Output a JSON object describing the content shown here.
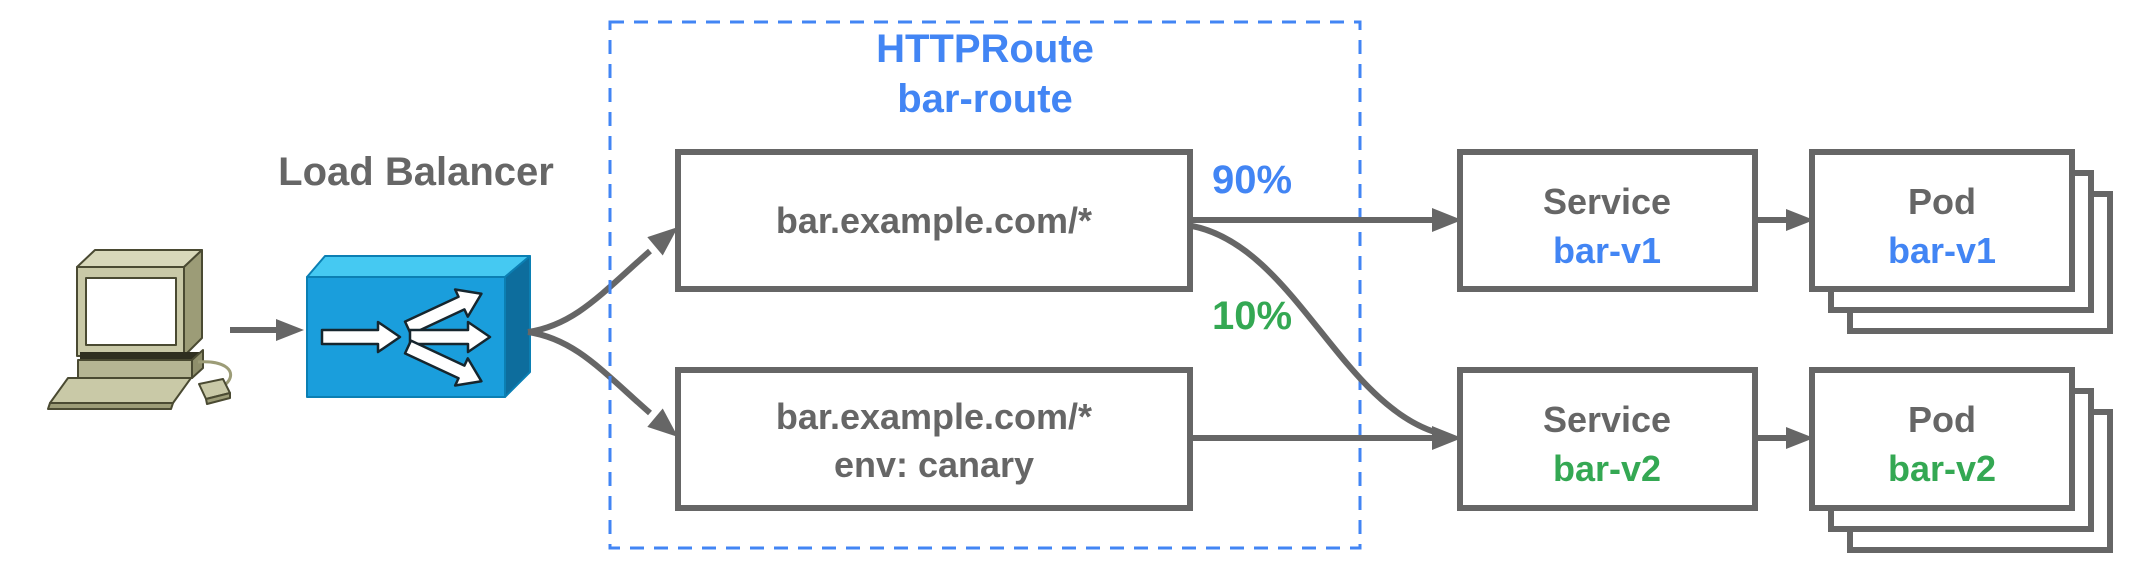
{
  "labels": {
    "load_balancer": "Load Balancer"
  },
  "httproute": {
    "title": "HTTPRoute",
    "name": "bar-route",
    "rules": [
      {
        "line1": "bar.example.com/*"
      },
      {
        "line1": "bar.example.com/*",
        "line2": "env: canary"
      }
    ],
    "weights": [
      {
        "value": "90%"
      },
      {
        "value": "10%"
      }
    ]
  },
  "services": [
    {
      "kind": "Service",
      "name": "bar-v1"
    },
    {
      "kind": "Service",
      "name": "bar-v2"
    }
  ],
  "pods": [
    {
      "kind": "Pod",
      "name": "bar-v1"
    },
    {
      "kind": "Pod",
      "name": "bar-v2"
    }
  ],
  "icons": {
    "client": "desktop-computer-icon",
    "load_balancer": "load-balancer-3d-arrows-icon"
  },
  "colors": {
    "accent_blue": "#4285f4",
    "accent_green": "#34a853",
    "gray": "#666666",
    "lb_front": "#1a9edc",
    "lb_top": "#45c9f2",
    "lb_side": "#0d6d9d"
  }
}
